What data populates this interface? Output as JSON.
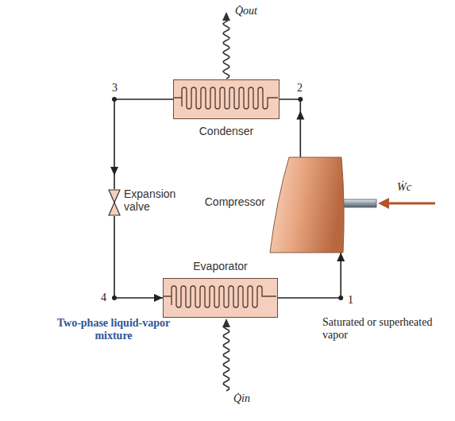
{
  "diagram": {
    "nodes": [
      {
        "text": [
          "Condenser"
        ]
      },
      {
        "text": [
          "Compressor"
        ]
      },
      {
        "text": [
          "Evaporator"
        ]
      },
      {
        "text": [
          "Expansion valve"
        ]
      }
    ],
    "edges": [
      {
        "from": 1,
        "to": 0,
        "arrow": "to"
      },
      {
        "from": 0,
        "to": 3,
        "arrow": "to"
      },
      {
        "from": 3,
        "to": 2,
        "arrow": "to"
      },
      {
        "from": 2,
        "to": 1,
        "arrow": "to"
      }
    ],
    "labels": [
      "3",
      "2",
      "4",
      "1",
      "Two-phase liquid-vapor mixture",
      "Saturated or superheated vapor",
      "Q̇out",
      "Q̇in",
      "Ẇc"
    ]
  }
}
